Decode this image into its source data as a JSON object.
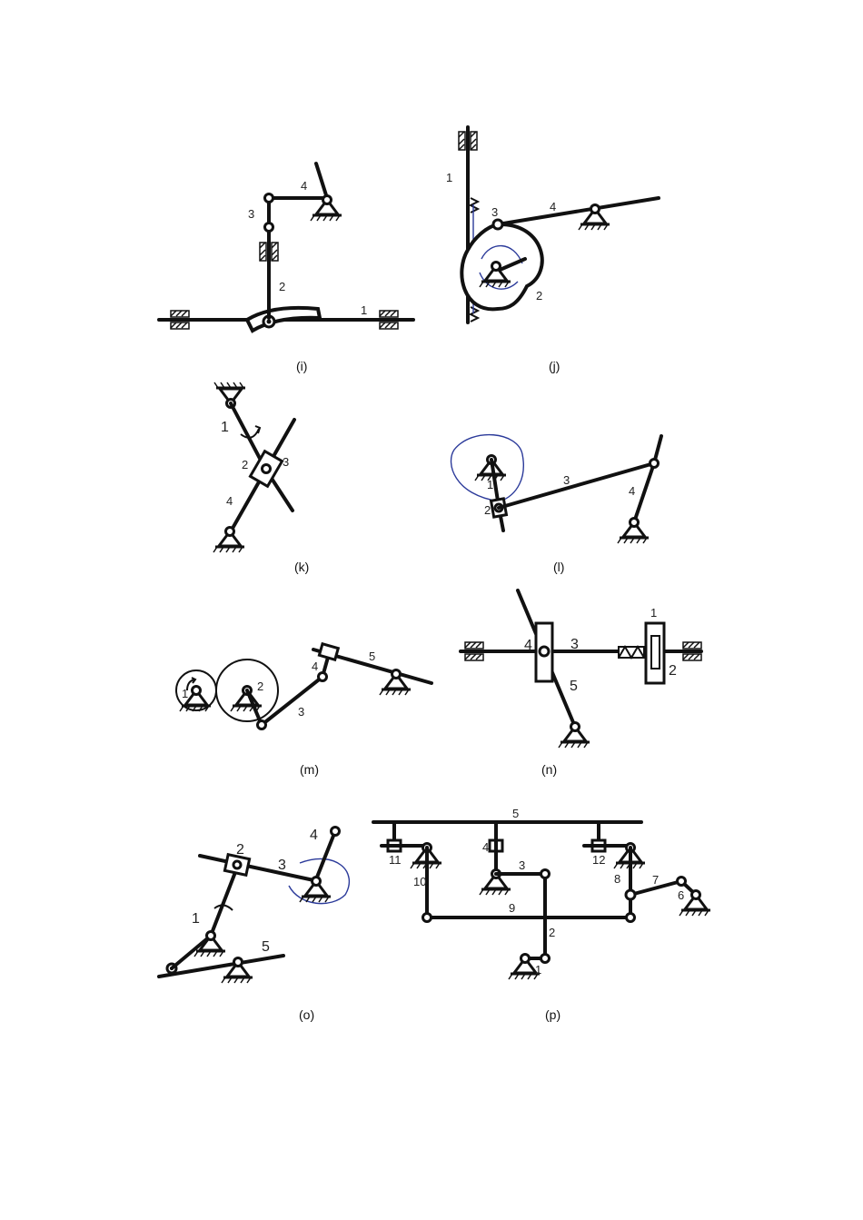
{
  "panels": {
    "i": {
      "caption": "(i)",
      "labels": [
        "1",
        "2",
        "3",
        "4"
      ]
    },
    "j": {
      "caption": "(j)",
      "labels": [
        "1",
        "2",
        "3",
        "4"
      ]
    },
    "k": {
      "caption": "(k)",
      "labels": [
        "1",
        "2",
        "3",
        "4"
      ]
    },
    "l": {
      "caption": "(l)",
      "labels": [
        "1",
        "2",
        "3",
        "4"
      ]
    },
    "m": {
      "caption": "(m)",
      "labels": [
        "1",
        "2",
        "3",
        "4",
        "5"
      ]
    },
    "n": {
      "caption": "(n)",
      "labels": [
        "1",
        "2",
        "3",
        "4",
        "5"
      ]
    },
    "o": {
      "caption": "(o)",
      "labels": [
        "1",
        "2",
        "3",
        "4",
        "5"
      ]
    },
    "p": {
      "caption": "(p)",
      "labels": [
        "1",
        "2",
        "3",
        "4",
        "5",
        "6",
        "7",
        "8",
        "9",
        "10",
        "11",
        "12"
      ]
    }
  },
  "colors": {
    "ink": "#111111",
    "pen_annotation": "#2b3a9a",
    "paper": "#ffffff"
  }
}
